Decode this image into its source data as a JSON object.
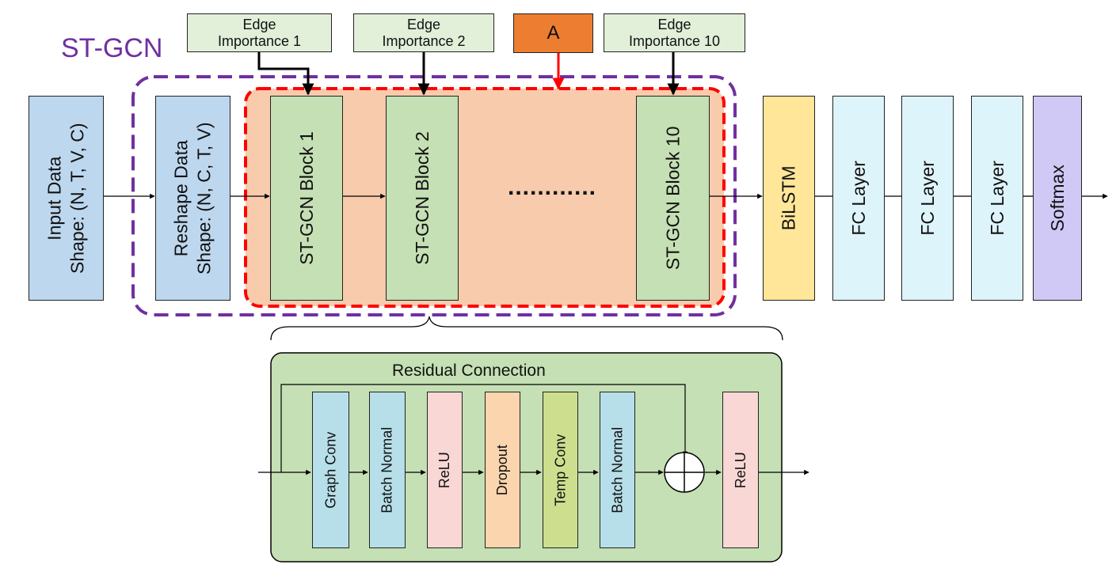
{
  "title": "ST-GCN",
  "input_box": {
    "line1": "Input Data",
    "line2": "Shape: (N, T, V, C)"
  },
  "reshape_box": {
    "line1": "Reshape Data",
    "line2": "Shape: (N, C, T, V)"
  },
  "blocks": [
    "ST-GCN Block 1",
    "ST-GCN Block 2",
    "ST-GCN Block 10"
  ],
  "ellipsis": "............",
  "edge_importance": [
    {
      "line1": "Edge",
      "line2": "Importance 1"
    },
    {
      "line1": "Edge",
      "line2": "Importance 2"
    },
    {
      "line1": "Edge",
      "line2": "Importance 10"
    }
  ],
  "adjacency": "A",
  "head_layers": [
    "BiLSTM",
    "FC Layer",
    "FC Layer",
    "FC Layer",
    "Softmax"
  ],
  "detail": {
    "residual_label": "Residual Connection",
    "layers": [
      "Graph Conv",
      "Batch Normal",
      "ReLU",
      "Dropout",
      "Temp Conv",
      "Batch Normal",
      "ReLU"
    ]
  },
  "colors": {
    "purple": "#7030a0",
    "red": "#ff0000",
    "outer_fill": "#ffffff",
    "inner_fill": "#f8cbad",
    "detail_fill": "#c5e0b4"
  }
}
